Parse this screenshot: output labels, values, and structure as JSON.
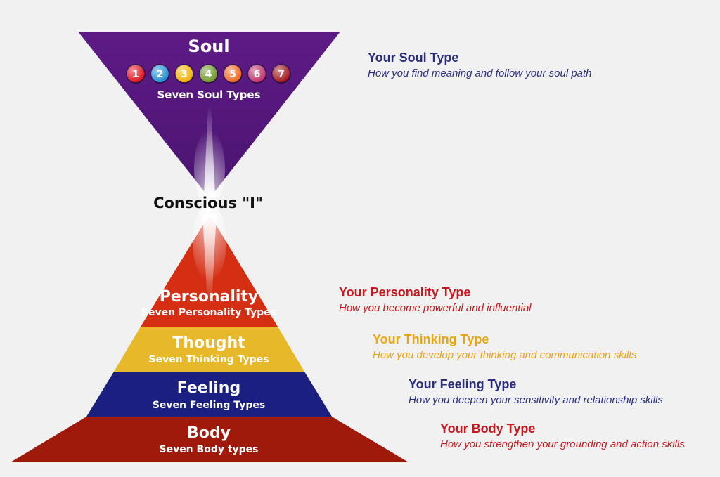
{
  "soul": {
    "title": "Soul",
    "subtitle": "Seven Soul Types",
    "numbers": [
      {
        "label": "1",
        "color": "#e0101a"
      },
      {
        "label": "2",
        "color": "#1d8fd6"
      },
      {
        "label": "3",
        "color": "#f2b100"
      },
      {
        "label": "4",
        "color": "#6f9a2a"
      },
      {
        "label": "5",
        "color": "#f0651e"
      },
      {
        "label": "6",
        "color": "#c0306a"
      },
      {
        "label": "7",
        "color": "#a0141a"
      }
    ]
  },
  "center": {
    "label": "Conscious \"I\""
  },
  "layers": [
    {
      "title": "Personality",
      "subtitle": "Seven Personality Types",
      "color": "#d42e13"
    },
    {
      "title": "Thought",
      "subtitle": "Seven Thinking Types",
      "color": "#e6b82a"
    },
    {
      "title": "Feeling",
      "subtitle": "Seven Feeling Types",
      "color": "#1b1f80"
    },
    {
      "title": "Body",
      "subtitle": "Seven Body types",
      "color": "#a01a0c"
    }
  ],
  "descriptions": [
    {
      "title": "Your Soul Type",
      "subtitle": "How you find meaning and follow your soul path",
      "color": "#2b2e7e"
    },
    {
      "title": "Your Personality Type",
      "subtitle": "How you become powerful and influential",
      "color": "#c8181e"
    },
    {
      "title": "Your Thinking Type",
      "subtitle": "How you develop your thinking and communication skills",
      "color": "#e8a514"
    },
    {
      "title": "Your Feeling Type",
      "subtitle": "How you deepen your sensitivity and relationship skills",
      "color": "#2b2e7e"
    },
    {
      "title": "Your Body Type",
      "subtitle": "How you strengthen your grounding and action skills",
      "color": "#c8181e"
    }
  ],
  "colors": {
    "soul_triangle": "#5a1a82",
    "glow": "#ffffff"
  }
}
